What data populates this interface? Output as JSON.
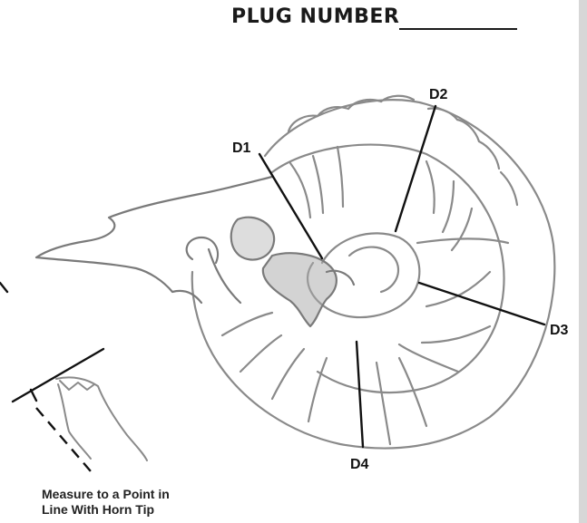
{
  "header": {
    "title": "PLUG NUMBER"
  },
  "measurements": {
    "d1": "D1",
    "d2": "D2",
    "d3": "D3",
    "d4": "D4"
  },
  "caption": {
    "line1": "Measure to a Point in",
    "line2": "Line With Horn Tip"
  },
  "colors": {
    "sketch": "#8a8a8a",
    "sketch_dark": "#6e6e6e",
    "lines": "#111111",
    "sidebar": "#d7d7d7"
  }
}
